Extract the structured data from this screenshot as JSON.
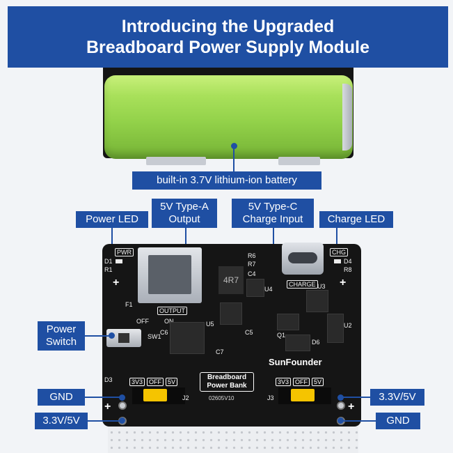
{
  "header": {
    "title_line1": "Introducing the Upgraded",
    "title_line2": "Breadboard Power Supply Module"
  },
  "callouts": {
    "battery": "built-in 3.7V lithium-ion battery",
    "power_led": "Power LED",
    "usb_a_line1": "5V Type-A",
    "usb_a_line2": "Output",
    "usb_c_line1": "5V Type-C",
    "usb_c_line2": "Charge Input",
    "charge_led": "Charge LED",
    "power_switch_line1": "Power",
    "power_switch_line2": "Switch",
    "gnd_left": "GND",
    "v33_5_left": "3.3V/5V",
    "v33_5_right": "3.3V/5V",
    "gnd_right": "GND"
  },
  "pcb": {
    "pwr": "PWR",
    "chg": "CHG",
    "output": "OUTPUT",
    "charge": "CHARGE",
    "off": "OFF",
    "on": "ON",
    "sw1": "SW1",
    "inductor": "4R7",
    "brand": "SunFounder",
    "bank_line1": "Breadboard",
    "bank_line2": "Power Bank",
    "board_code": "02605V10",
    "j2": "J2",
    "j3": "J3",
    "sel_3v3": "3V3",
    "sel_off": "OFF",
    "sel_5v": "5V",
    "u2": "U2",
    "u3": "U3",
    "u4": "U4",
    "u5": "U5",
    "d6": "D6",
    "f1": "F1",
    "r6": "R6",
    "r7": "R7",
    "c4": "C4",
    "c5": "C5",
    "c7": "C7",
    "d1": "D1",
    "d3": "D3",
    "d4": "D4",
    "r8": "R8",
    "r1": "R1",
    "c6": "C6",
    "q1": "Q1",
    "plus": "+"
  },
  "colors": {
    "accent": "#1f4fa3",
    "battery_green": "#a8e05a",
    "pcb_black": "#151515",
    "jumper_yellow": "#f5c400"
  }
}
